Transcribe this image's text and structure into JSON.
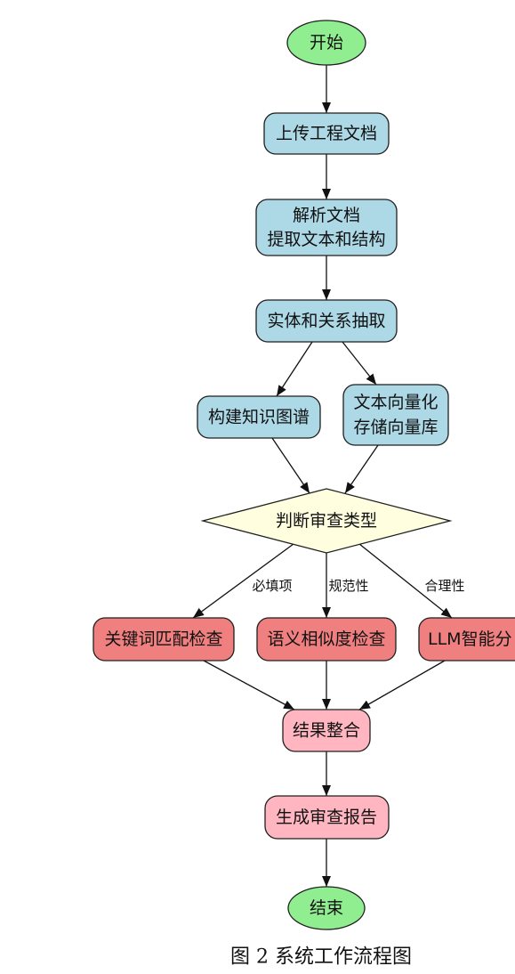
{
  "diagram": {
    "colors": {
      "terminal": "#90EE90",
      "process": "#ADD8E6",
      "decision": "#FFFFE0",
      "check": "#F08080",
      "output": "#FFB6C1"
    },
    "nodes": {
      "start": {
        "label": "开始"
      },
      "upload": {
        "label": "上传工程文档"
      },
      "parse": {
        "label_lines": [
          "解析文档",
          "提取文本和结构"
        ]
      },
      "extract": {
        "label": "实体和关系抽取"
      },
      "knowledge_graph": {
        "label": "构建知识图谱"
      },
      "vectorize": {
        "label_lines": [
          "文本向量化",
          "存储向量库"
        ]
      },
      "decide": {
        "label": "判断审查类型"
      },
      "keyword_check": {
        "label": "关键词匹配检查"
      },
      "semantic_check": {
        "label": "语义相似度检查"
      },
      "llm_check": {
        "label": "LLM智能分"
      },
      "merge": {
        "label": "结果整合"
      },
      "report": {
        "label": "生成审查报告"
      },
      "end": {
        "label": "结束"
      }
    },
    "branch_labels": {
      "keyword_check": "必填项",
      "semantic_check": "规范性",
      "llm_check": "合理性"
    }
  },
  "caption": "图 2 系统工作流程图"
}
